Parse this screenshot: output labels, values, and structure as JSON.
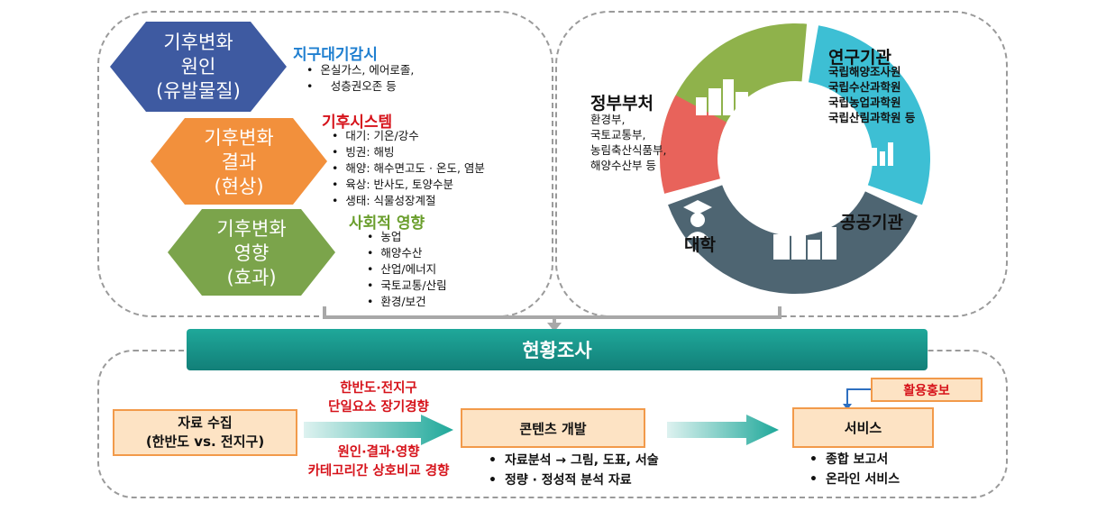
{
  "causes": {
    "hex_label": [
      "기후변화",
      "원인",
      "(유발물질)"
    ],
    "title": "지구대기감시",
    "items": [
      "온실가스, 에어로졸,",
      "성층권오존 등"
    ]
  },
  "results": {
    "hex_label": [
      "기후변화",
      "결과",
      "(현상)"
    ],
    "title": "기후시스템",
    "items": [
      "대기: 기온/강수",
      "빙권: 해빙",
      "해양: 해수면고도 · 온도, 염분",
      "육상: 반사도, 토양수분",
      "생태: 식물성장계절"
    ]
  },
  "effects": {
    "hex_label": [
      "기후변화",
      "영향",
      "(효과)"
    ],
    "title": "사회적 영향",
    "items": [
      "농업",
      "해양수산",
      "산업/에너지",
      "국토교통/산림",
      "환경/보건"
    ]
  },
  "institutions": {
    "research": {
      "title": "연구기관",
      "items": [
        "국립해양조사원",
        "국립수산과학원",
        "국립농업과학원",
        "국립산림과학원 등"
      ]
    },
    "government": {
      "title": "정부부처",
      "items": [
        "환경부,",
        "국토교통부,",
        "농림축산식품부,",
        "해양수산부 등"
      ]
    },
    "university": {
      "title": "대학"
    },
    "public": {
      "title": "공공기관"
    },
    "colors": {
      "government": "#8fb24b",
      "research": "#3dbfd4",
      "public": "#4e6572",
      "university": "#e8635b"
    }
  },
  "banner": {
    "label": "현황조사"
  },
  "flow": {
    "collect": [
      "자료 수집",
      "(한반도 vs. 전지구)"
    ],
    "arrow1_top": [
      "한반도·전지구",
      "단일요소 장기경향"
    ],
    "arrow1_bottom": [
      "원인·결과·영향",
      "카테고리간 상호비교 경향"
    ],
    "content": "콘텐츠 개발",
    "content_items": [
      "자료분석 → 그림, 도표, 서술",
      "정량 · 정성적 분석 자료"
    ],
    "promo": "활용홍보",
    "service": "서비스",
    "service_items": [
      "종합 보고서",
      "온라인 서비스"
    ]
  }
}
